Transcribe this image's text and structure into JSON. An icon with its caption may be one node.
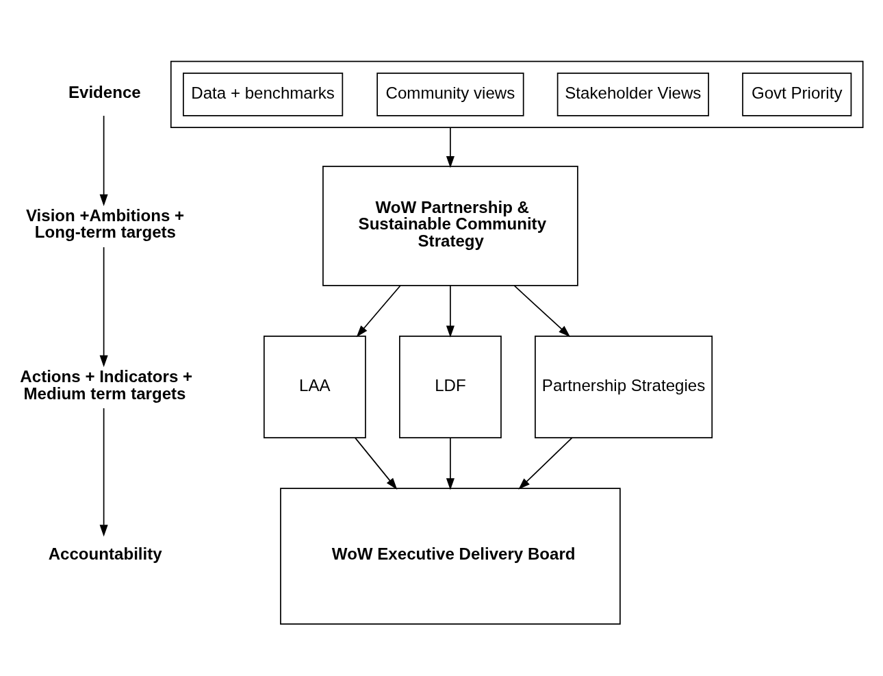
{
  "diagram": {
    "nodes": [
      {
        "text": [
          "Evidence"
        ]
      },
      {
        "text": [
          "Vision +Ambitions + Long-term targets"
        ]
      },
      {
        "text": [
          "Actions + Indicators + Medium term targets"
        ]
      },
      {
        "text": [
          "Accountability"
        ]
      },
      {
        "text": [],
        "shape": "box"
      },
      {
        "text": [
          "Data + benchmarks"
        ],
        "in": 4
      },
      {
        "text": [
          "Community views"
        ],
        "in": 4
      },
      {
        "text": [
          "Stakeholder Views"
        ],
        "in": 4
      },
      {
        "text": [
          "Govt Priority"
        ],
        "in": 4
      },
      {
        "text": [
          "WoW Partnership & Sustainable Community Strategy"
        ]
      },
      {
        "text": [
          "LAA"
        ]
      },
      {
        "text": [
          "LDF"
        ]
      },
      {
        "text": [
          "Partnership Strategies"
        ]
      },
      {
        "text": [
          "WoW Executive Delivery Board"
        ]
      }
    ],
    "edges": [
      {
        "from": 0,
        "to": 1,
        "arrow": "to"
      },
      {
        "from": 1,
        "to": 2,
        "arrow": "to"
      },
      {
        "from": 2,
        "to": 3,
        "arrow": "to"
      },
      {
        "from": 4,
        "to": 9,
        "arrow": "to"
      },
      {
        "from": 9,
        "to": 10,
        "arrow": "to"
      },
      {
        "from": 9,
        "to": 11,
        "arrow": "to"
      },
      {
        "from": 9,
        "to": 12,
        "arrow": "to"
      },
      {
        "from": 10,
        "to": 13,
        "arrow": "to"
      },
      {
        "from": 11,
        "to": 13,
        "arrow": "to"
      },
      {
        "from": 12,
        "to": 13,
        "arrow": "to"
      }
    ]
  }
}
